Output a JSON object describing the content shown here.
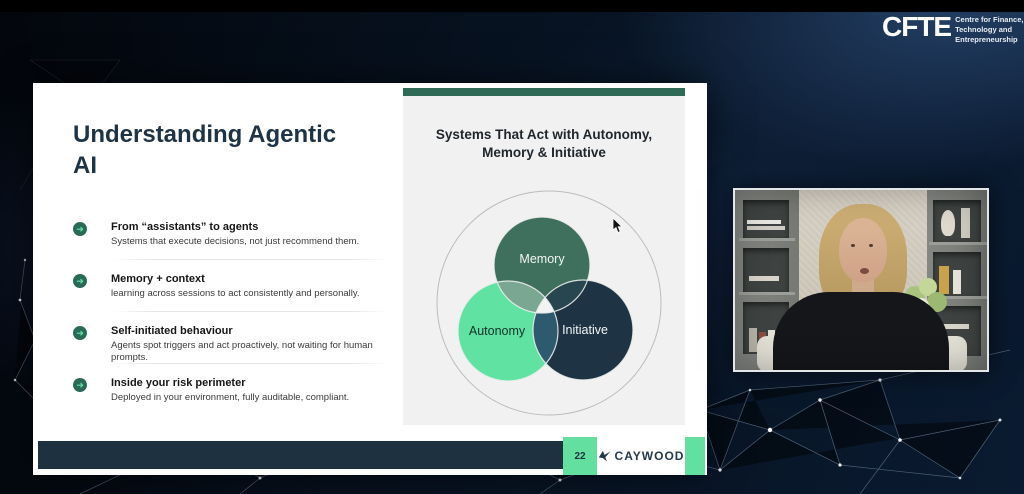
{
  "header": {
    "logo_text": "CFTE",
    "tagline_lines": [
      "Centre for Finance,",
      "Technology and",
      "Entrepreneurship"
    ]
  },
  "slide": {
    "title": "Understanding Agentic AI",
    "bullets": [
      {
        "heading": "From “assistants” to agents",
        "body": "Systems that execute decisions, not just recommend them."
      },
      {
        "heading": "Memory + context",
        "body": "learning across sessions to act consistently and personally."
      },
      {
        "heading": "Self-initiated behaviour",
        "body": "Agents spot triggers and act proactively, not waiting for human prompts."
      },
      {
        "heading": "Inside your risk perimeter",
        "body": "Deployed in your environment, fully auditable, compliant."
      }
    ],
    "venn": {
      "heading": "Systems That Act with Autonomy, Memory & Initiative",
      "circles": [
        {
          "label": "Memory",
          "color": "#3f6f5d"
        },
        {
          "label": "Autonomy",
          "color": "#5fe2a2"
        },
        {
          "label": "Initiative",
          "color": "#1e3444"
        }
      ],
      "overlap_colors": {
        "memory_autonomy": "#7aa791",
        "autonomy_initiative": "#2e5a70",
        "memory_initiative": "#274650",
        "center": "#f2f4f4"
      }
    },
    "footer": {
      "page_number": "22",
      "brand": "CAYWOOD"
    }
  },
  "colors": {
    "accent_mint": "#63dfa0",
    "accent_green": "#2f6a57",
    "navy_bar": "#1d3140",
    "slide_bg": "#ffffff",
    "panel_bg": "#f1f1f2"
  }
}
